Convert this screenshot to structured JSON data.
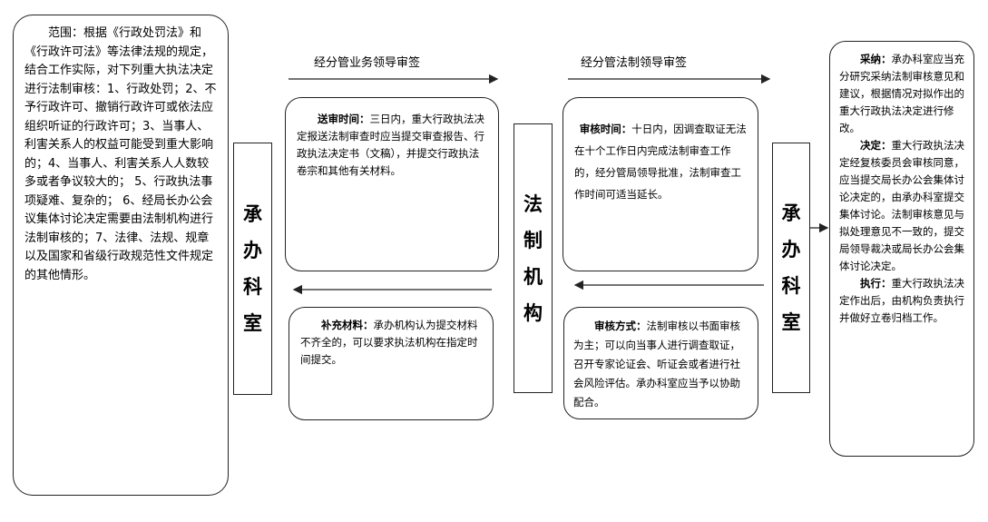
{
  "scope": {
    "text": "范围：根据《行政处罚法》和《行政许可法》等法律法规的规定，结合工作实际，对下列重大执法决定进行法制审核：1、行政处罚；2、不予行政许可、撤销行政许可或依法应组织听证的行政许可；3、当事人、利害关系人的权益可能受到重大影响的；4、当事人、利害关系人人数较多或者争议较大的；  5、行政执法事项疑难、复杂的；  6、经局长办公会议集体讨论决定需要由法制机构进行法制审核的；7、法律、法规、规章以及国家和省级行政规范性文件规定的其他情形。"
  },
  "left_unit": {
    "chars": [
      "承",
      "办",
      "科",
      "室"
    ]
  },
  "center_unit": {
    "chars": [
      "法",
      "制",
      "机",
      "构"
    ]
  },
  "right_unit": {
    "chars": [
      "承",
      "办",
      "科",
      "室"
    ]
  },
  "arrows": {
    "business_sign": "经分管业务领导审签",
    "legal_sign": "经分管法制领导审签"
  },
  "submit_time": {
    "label": "送审时间：",
    "text": "三日内，重大行政执法决定报送法制审查时应当提交审查报告、行政执法决定书（文稿），并提交行政执法卷宗和其他有关材料。"
  },
  "supplement": {
    "label": "补充材料：",
    "text": "承办机构认为提交材料不齐全的，可以要求执法机构在指定时间提交。"
  },
  "review_time": {
    "label": "审核时间：",
    "text": "十日内，因调查取证无法在十个工作日内完成法制审查工作的，经分管局领导批准，法制审查工作时间可适当延长。"
  },
  "review_method": {
    "label": "审核方式：",
    "text": "法制审核以书面审核为主；可以向当事人进行调查取证，召开专家论证会、听证会或者进行社会风险评估。承办科室应当予以协助配合。"
  },
  "outcome": {
    "adopt_label": "采纳：",
    "adopt_text": "承办科室应当充分研究采纳法制审核意见和建议，根据情况对拟作出的重大行政执法决定进行修改。",
    "decide_label": "决定：",
    "decide_text": "重大行政执法决定经复核委员会审核同意，应当提交局长办公会集体讨论决定的，由承办科室提交集体讨论。法制审核意见与拟处理意见不一致的，提交局领导裁决或局长办公会集体讨论决定。",
    "execute_label": "执行：",
    "execute_text": "重大行政执法决定作出后，由机构负责执行并做好立卷归档工作。"
  }
}
